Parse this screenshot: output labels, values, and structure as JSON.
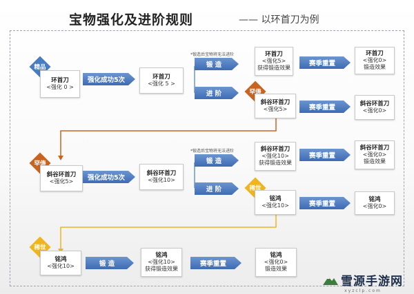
{
  "title": "宝物强化及进阶规则",
  "subtitle": "—— 以环首刀为例",
  "colors": {
    "badge_blue": "#4a7cc1",
    "badge_orange": "#c86420",
    "badge_yellow": "#f0b41e",
    "arrow": "#4a78bf",
    "connector_orange": "#c86420",
    "connector_yellow": "#f0b41e"
  },
  "rows": [
    {
      "start_badge": "精品",
      "start_card": [
        "环首刀",
        "<强化 0 >"
      ],
      "mid_arrow": "强化成功5次",
      "mid_card": [
        "环首刀",
        "<强化 5 >"
      ],
      "note": "*锻造后宝物将无法进阶",
      "forge_arrow": "锻 造",
      "forge_card": [
        "环首刀",
        "<强化5>",
        "获得锻造效果"
      ],
      "reset_arrow_1": "赛季重置",
      "reset_card_1": [
        "环首刀",
        "<强化0>",
        "锻造效果"
      ],
      "advance_arrow": "进 阶",
      "advance_badge": "罕俦",
      "advance_card": [
        "斜谷环首刀",
        "<强化5>"
      ],
      "reset_arrow_2": "赛季重置",
      "reset_card_2": [
        "斜谷环首刀",
        "<强化0>"
      ]
    },
    {
      "start_badge": "罕俦",
      "start_card": [
        "斜谷环首刀",
        "<强化5>"
      ],
      "mid_arrow": "强化成功5次",
      "mid_card": [
        "斜谷环首刀",
        "<强化10>"
      ],
      "note": "*锻造后宝物将无法进阶",
      "forge_arrow": "锻 造",
      "forge_card": [
        "斜谷环首刀",
        "<强化10>",
        "获得锻造效果"
      ],
      "reset_arrow_1": "赛季重置",
      "reset_card_1": [
        "斜谷环首刀",
        "<强化0>",
        "锻造效果"
      ],
      "advance_arrow": "进 阶",
      "advance_badge": "稀世",
      "advance_card": [
        "铭鸿",
        "<强化10>"
      ],
      "reset_arrow_2": "赛季重置",
      "reset_card_2": [
        "铭鸿",
        "<强化0>"
      ]
    },
    {
      "start_badge": "稀世",
      "start_card": [
        "铭鸿",
        "<强化10>"
      ],
      "forge_arrow": "锻 造",
      "forge_card": [
        "铭鸿",
        "<强化10>",
        "获得锻造效果"
      ],
      "reset_arrow_1": "赛季重置",
      "reset_card_1": [
        "铭鸿",
        "<强化0>",
        "锻造效果"
      ]
    }
  ],
  "watermark": {
    "text": "雪源手游网",
    "url": "xyzclp.com"
  }
}
